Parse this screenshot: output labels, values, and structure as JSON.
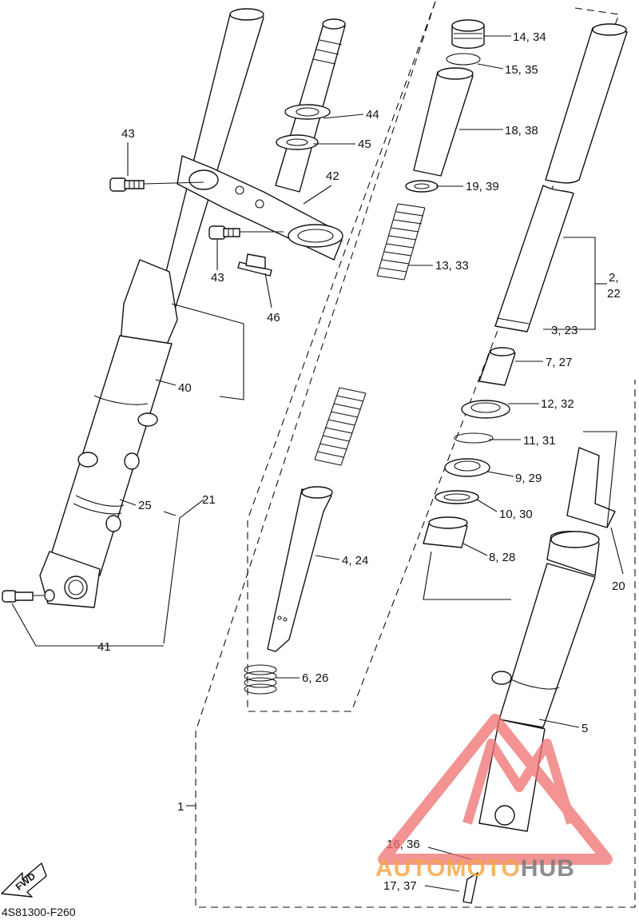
{
  "diagram": {
    "code": "4S81300-F260",
    "fwd_label": "FWD",
    "callouts": {
      "c14_34": "14, 34",
      "c15_35": "15, 35",
      "c18_38": "18, 38",
      "c19_39": "19, 39",
      "c13_33": "13, 33",
      "c2_22_a": "2,",
      "c2_22_b": "22",
      "c3_23": "3, 23",
      "c7_27": "7, 27",
      "c12_32": "12, 32",
      "c11_31": "11, 31",
      "c9_29": "9, 29",
      "c10_30": "10, 30",
      "c8_28": "8, 28",
      "c20": "20",
      "c4_24": "4, 24",
      "c6_26": "6, 26",
      "c5": "5",
      "c1": "1",
      "c16_36": "16, 36",
      "c17_37": "17, 37",
      "c44": "44",
      "c45": "45",
      "c42": "42",
      "c43_top": "43",
      "c43_mid": "43",
      "c46": "46",
      "c40": "40",
      "c21": "21",
      "c25": "25",
      "c41": "41"
    }
  },
  "watermark": {
    "brand_part1": "AUTO",
    "brand_part2": "MOTO",
    "brand_part3": "HUB",
    "colors": {
      "triangle": "#f07070",
      "accent": "#f6a94a",
      "gray": "#7a7a7a"
    }
  }
}
